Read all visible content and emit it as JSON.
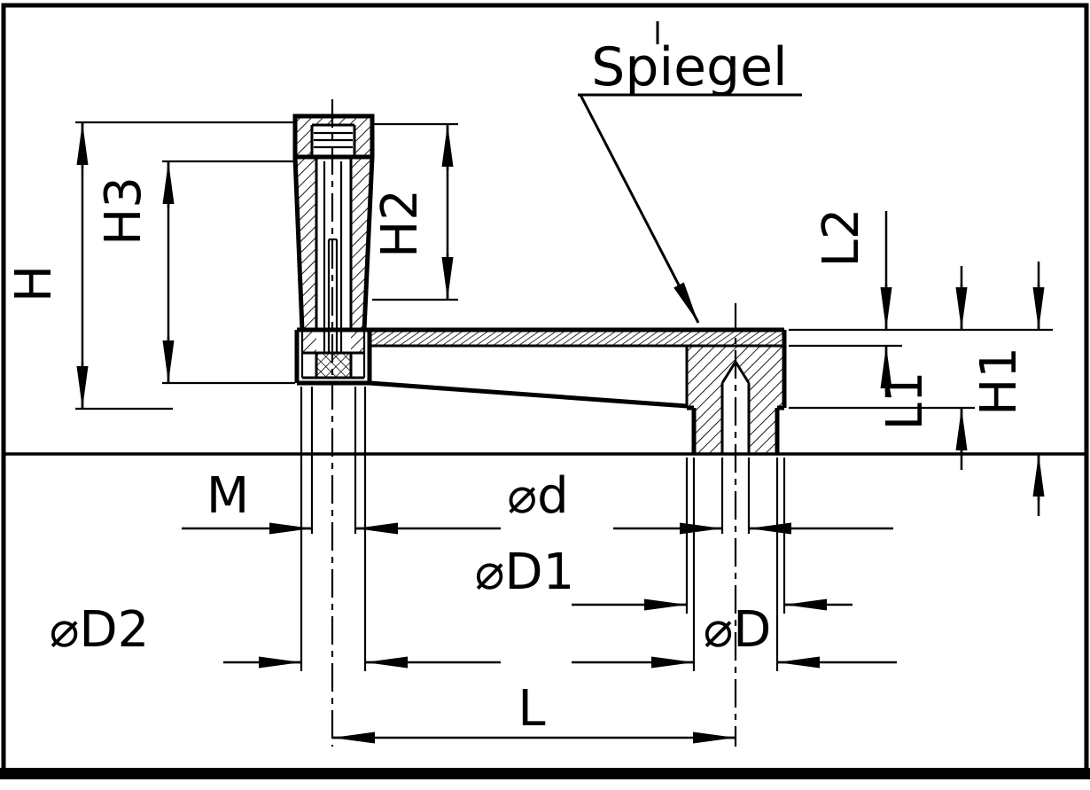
{
  "drawing": {
    "type": "technical-dimension-drawing",
    "subject": "crank handle with revolving grip, cross-section",
    "labels": {
      "spiegel": "Spiegel",
      "H": "H",
      "H3": "H3",
      "H2": "H2",
      "L2": "L2",
      "L1": "L1",
      "H1": "H1",
      "M": "M",
      "d": "⌀d",
      "D1": "⌀D1",
      "D2": "⌀D2",
      "D": "⌀D",
      "L": "L"
    },
    "colors": {
      "line": "#000000",
      "background": "#ffffff"
    }
  }
}
